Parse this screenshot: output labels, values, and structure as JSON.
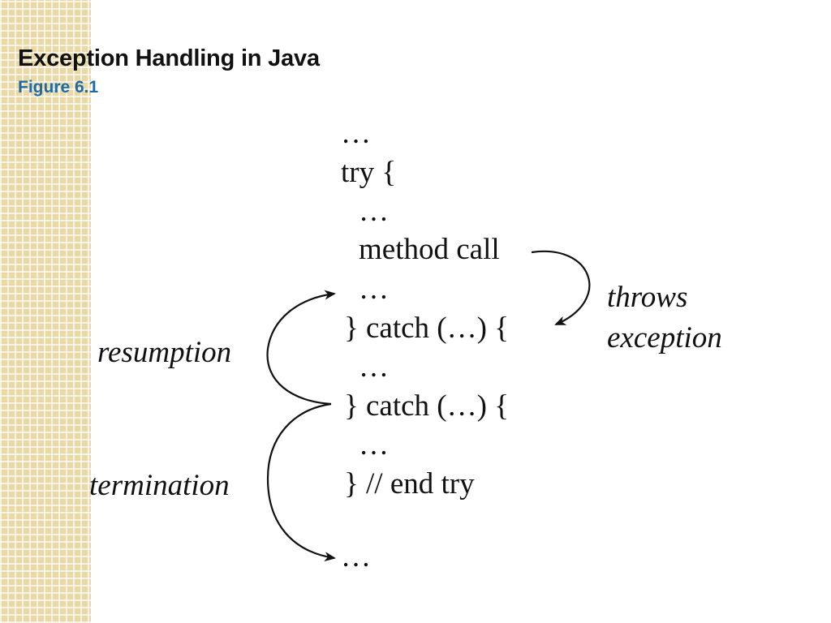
{
  "slide": {
    "title": "Exception Handling in Java",
    "subtitle": "Figure 6.1"
  },
  "code": {
    "lines": [
      "…",
      "try {",
      "…",
      "method call",
      "…",
      "} catch (…) {",
      "…",
      "} catch (…) {",
      "…",
      "} // end try",
      "…"
    ]
  },
  "labels": {
    "throws_line1": "throws",
    "throws_line2": "exception",
    "resumption": "resumption",
    "termination": "termination"
  },
  "colors": {
    "title": "#111111",
    "subtitle": "#1f6aa5",
    "side_pattern": "#e9d9a6"
  }
}
